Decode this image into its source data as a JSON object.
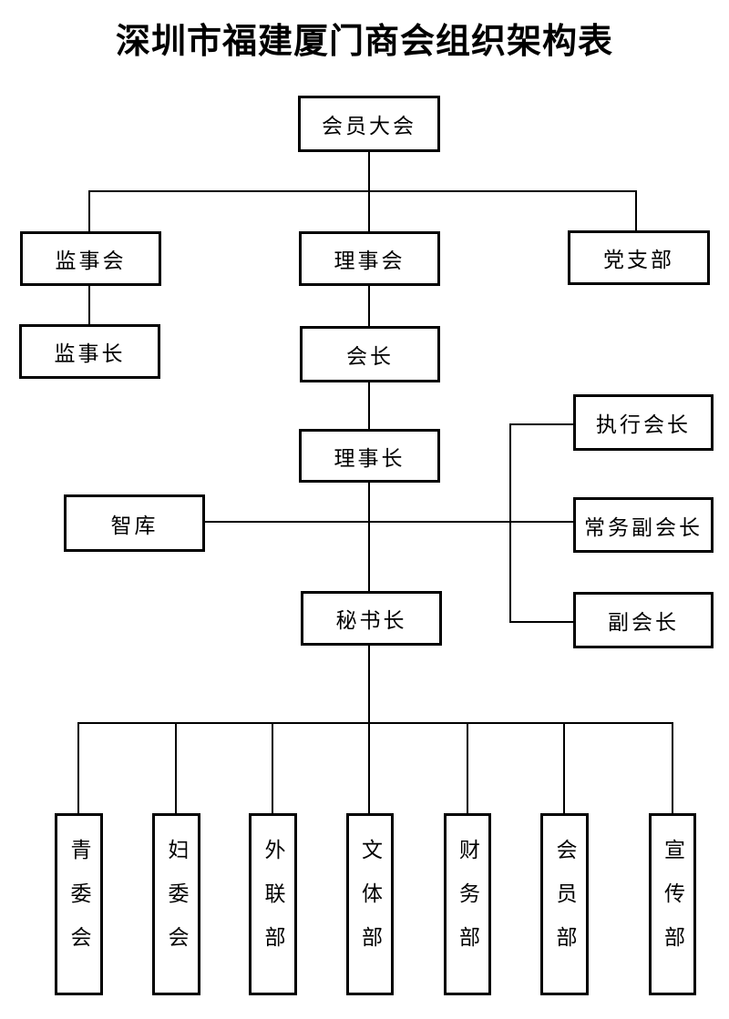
{
  "title": "深圳市福建厦门商会组织架构表",
  "colors": {
    "line": "#000000",
    "background": "#ffffff",
    "text": "#000000"
  },
  "nodes": {
    "member_assembly": "会员大会",
    "supervisory_board": "监事会",
    "council": "理事会",
    "party_branch": "党支部",
    "chief_supervisor": "监事长",
    "president": "会长",
    "executive_president": "执行会长",
    "council_chairman": "理事长",
    "think_tank": "智库",
    "standing_vice_president": "常务副会长",
    "vice_president": "副会长",
    "secretary_general": "秘书长",
    "youth_committee": "青委会",
    "women_committee": "妇委会",
    "external_liaison_dept": "外联部",
    "culture_sports_dept": "文体部",
    "finance_dept": "财务部",
    "membership_dept": "会员部",
    "publicity_dept": "宣传部"
  },
  "edges": [
    [
      "会员大会",
      "监事会"
    ],
    [
      "会员大会",
      "理事会"
    ],
    [
      "会员大会",
      "党支部"
    ],
    [
      "监事会",
      "监事长"
    ],
    [
      "理事会",
      "会长"
    ],
    [
      "会长",
      "理事长"
    ],
    [
      "理事长",
      "智库"
    ],
    [
      "理事长",
      "执行会长"
    ],
    [
      "理事长",
      "常务副会长"
    ],
    [
      "理事长",
      "副会长"
    ],
    [
      "理事长",
      "秘书长"
    ],
    [
      "秘书长",
      "青委会"
    ],
    [
      "秘书长",
      "妇委会"
    ],
    [
      "秘书长",
      "外联部"
    ],
    [
      "秘书长",
      "文体部"
    ],
    [
      "秘书长",
      "财务部"
    ],
    [
      "秘书长",
      "会员部"
    ],
    [
      "秘书长",
      "宣传部"
    ]
  ]
}
